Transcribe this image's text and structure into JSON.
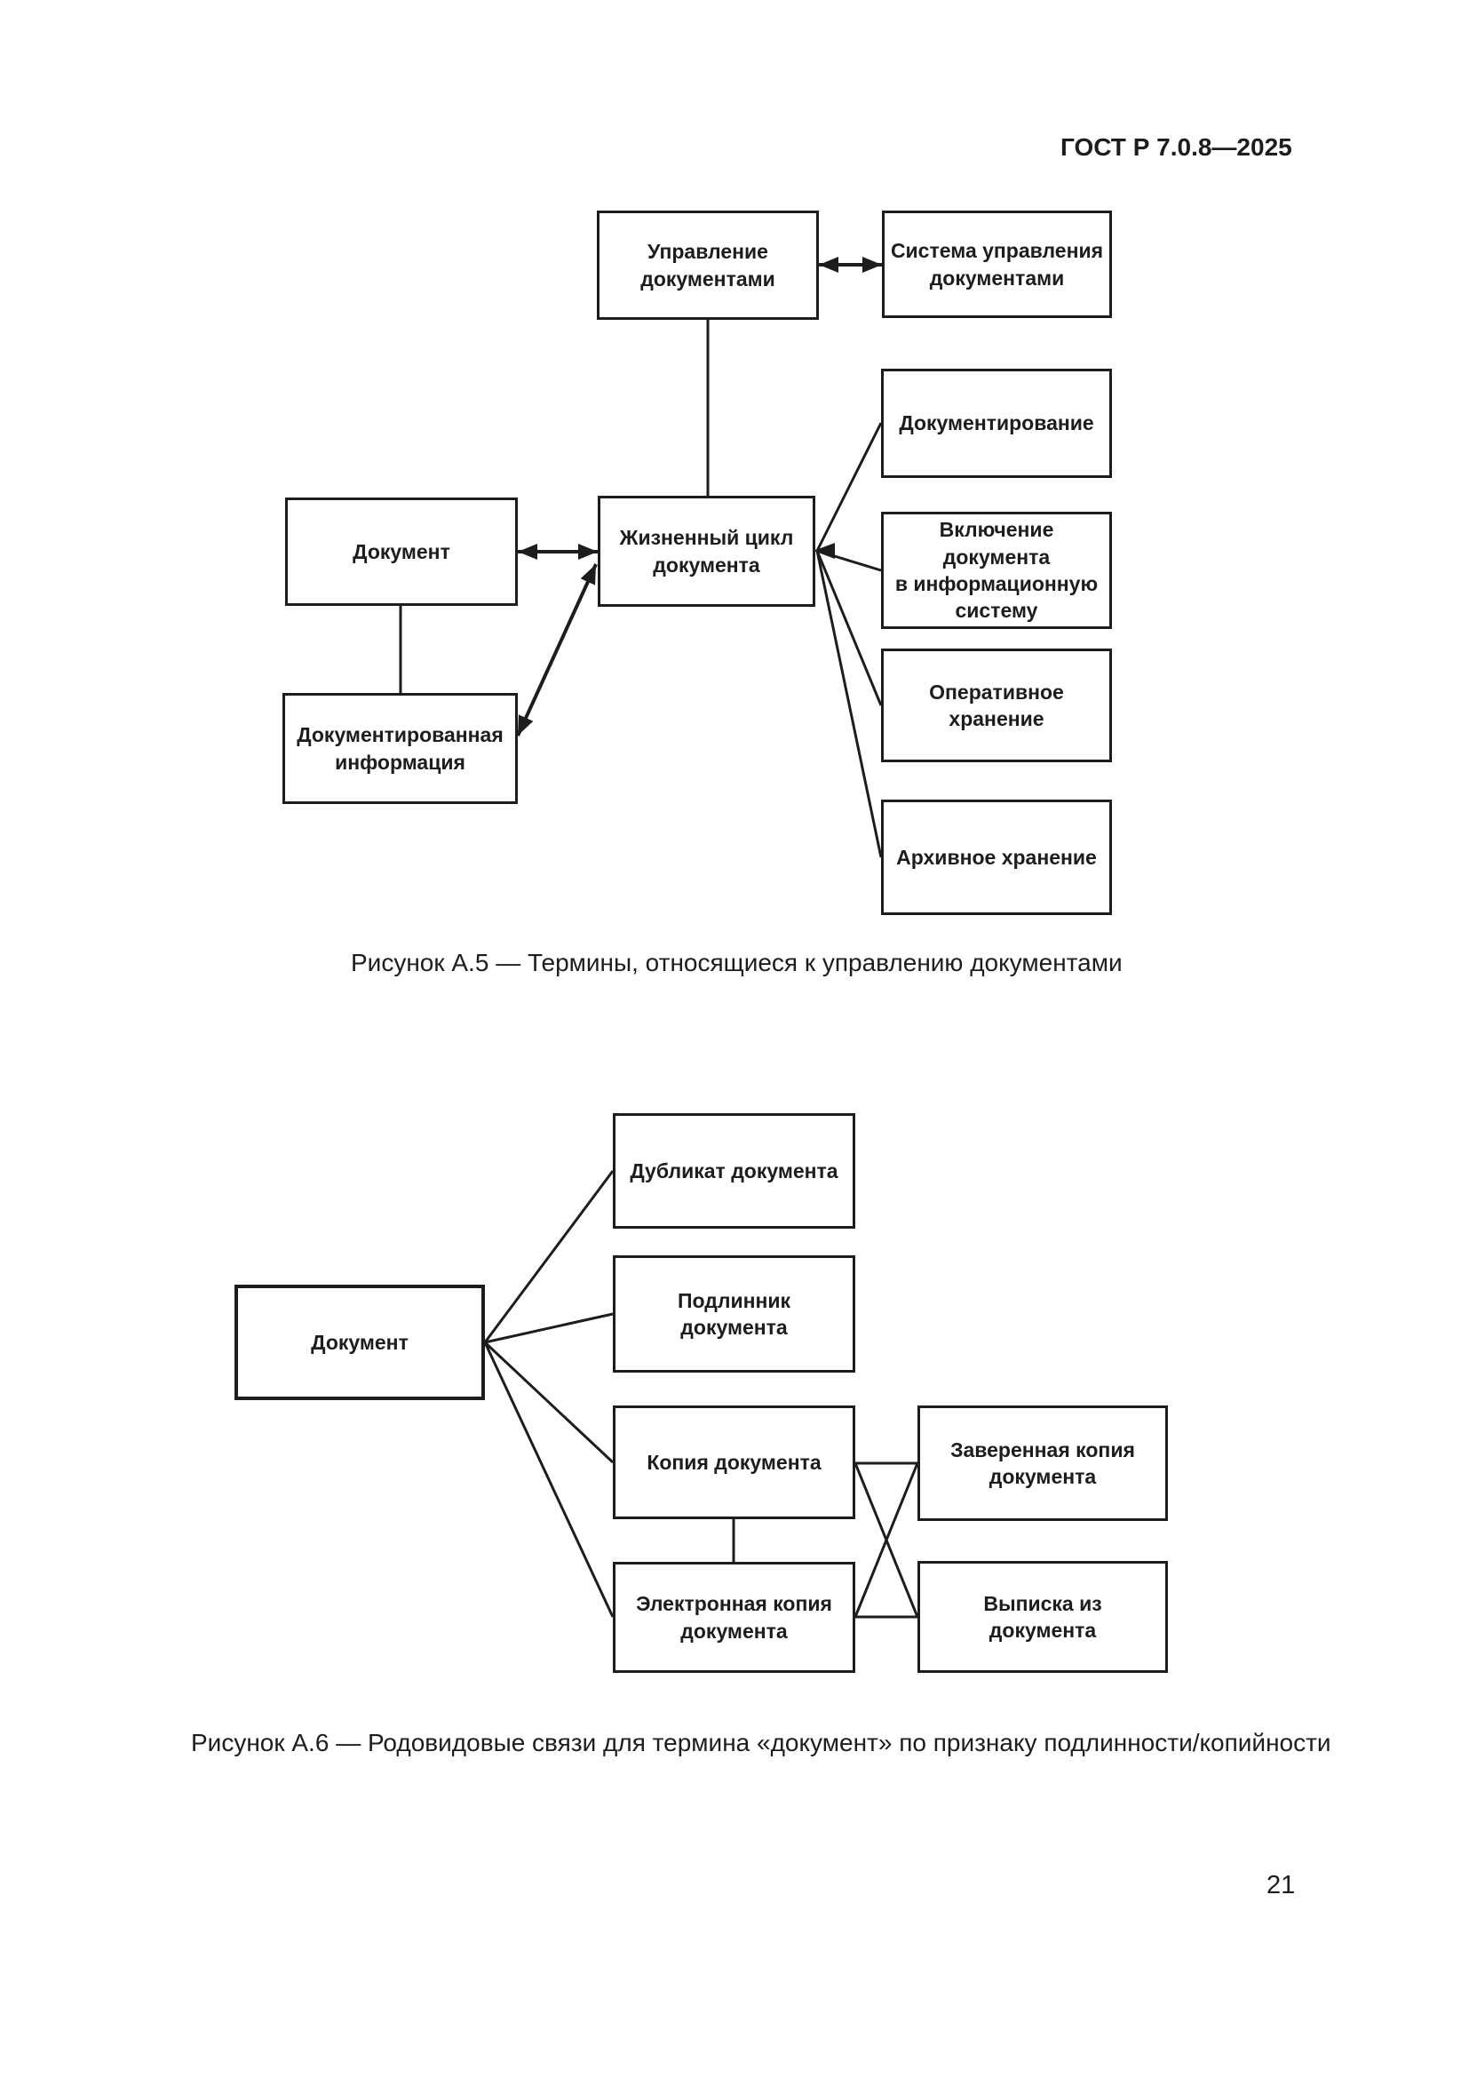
{
  "page": {
    "header": "ГОСТ Р 7.0.8—2025",
    "page_number": "21",
    "colors": {
      "ink": "#1d1d1d",
      "background": "#ffffff"
    }
  },
  "figure_a5": {
    "caption": "Рисунок А.5 — Термины, относящиеся к управлению документами",
    "boxes": {
      "upravlenie": "Управление\nдокументами",
      "sistema": "Система управления\nдокументами",
      "dokument": "Документ",
      "zhiznenny_tsikl": "Жизненный цикл\nдокумента",
      "dokumentirovannaya_informatsiya": "Документированная\nинформация",
      "dokumentirovanie": "Документирование",
      "vklyuchenie": "Включение\nдокумента\nв информационную\nсистему",
      "operativnoe_hranenie": "Оперативное\nхранение",
      "arhivnoe_hranenie": "Архивное хранение"
    }
  },
  "figure_a6": {
    "caption": "Рисунок А.6 — Родовидовые связи для термина «документ» по признаку подлинности/копийности",
    "boxes": {
      "dokument": "Документ",
      "dublikat": "Дубликат документа",
      "podlinnik": "Подлинник\nдокумента",
      "kopiya": "Копия документа",
      "elektronnaya_kopiya": "Электронная копия\nдокумента",
      "zaverennaya_kopiya": "Заверенная копия\nдокумента",
      "vypiska": "Выписка из\nдокумента"
    }
  }
}
